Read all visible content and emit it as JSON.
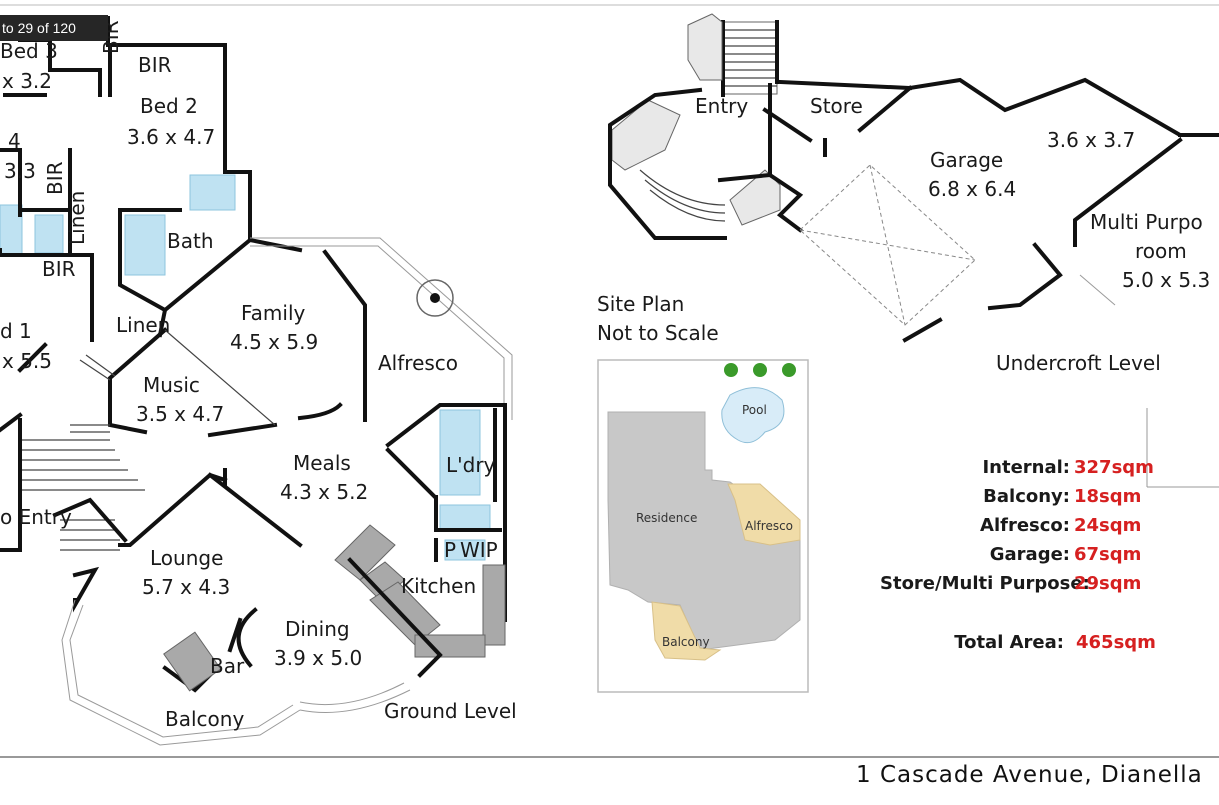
{
  "gallery": {
    "counter": "to 29 of 120"
  },
  "ground_level": {
    "caption": "Ground Level",
    "rooms": [
      {
        "name": "Bed 3",
        "size": "x 3.2"
      },
      {
        "name": "BIR"
      },
      {
        "name": "Bed 2",
        "size": "3.6 x 4.7"
      },
      {
        "name": "BIR"
      },
      {
        "name": "4",
        "size": "3.3"
      },
      {
        "name": "BIR"
      },
      {
        "name": "Linen"
      },
      {
        "name": "Bath"
      },
      {
        "name": "BIR"
      },
      {
        "name": "d 1",
        "size": "x 5.5"
      },
      {
        "name": "Linen"
      },
      {
        "name": "Family",
        "size": "4.5 x 5.9"
      },
      {
        "name": "Alfresco"
      },
      {
        "name": "Music",
        "size": "3.5 x 4.7"
      },
      {
        "name": "Meals",
        "size": "4.3 x 5.2"
      },
      {
        "name": "L'dry"
      },
      {
        "name": "o Entry"
      },
      {
        "name": "P"
      },
      {
        "name": "WIP"
      },
      {
        "name": "Lounge",
        "size": "5.7 x 4.3"
      },
      {
        "name": "Kitchen"
      },
      {
        "name": "Dining",
        "size": "3.9 x 5.0"
      },
      {
        "name": "Bar"
      },
      {
        "name": "Balcony"
      }
    ]
  },
  "undercroft_level": {
    "caption": "Undercroft Level",
    "rooms": [
      {
        "name": "Entry"
      },
      {
        "name": "Store"
      },
      {
        "name": "Garage",
        "size": "6.8 x 6.4"
      },
      {
        "name": "3.6 x 3.7"
      },
      {
        "name": "Multi Purpo",
        "line2": "room",
        "size": "5.0 x 5.3"
      }
    ]
  },
  "site_plan": {
    "caption_line1": "Site Plan",
    "caption_line2": "Not to Scale",
    "labels": {
      "pool": "Pool",
      "residence": "Residence",
      "alfresco": "Alfresco",
      "balcony": "Balcony"
    }
  },
  "areas": [
    {
      "label": "Internal:",
      "value": "327sqm"
    },
    {
      "label": "Balcony:",
      "value": "18sqm"
    },
    {
      "label": "Alfresco:",
      "value": "24sqm"
    },
    {
      "label": "Garage:",
      "value": "67sqm"
    },
    {
      "label": "Store/Multi Purpose:",
      "value": "29sqm"
    }
  ],
  "total": {
    "label": "Total Area:",
    "value": "465sqm"
  },
  "address": "1 Cascade Avenue, Dianella",
  "colors": {
    "area_value": "#d62020",
    "wet_area_tile": "#bfe2f2",
    "site_grey": "#c8c8c8",
    "site_paving": "#f0dca8"
  }
}
